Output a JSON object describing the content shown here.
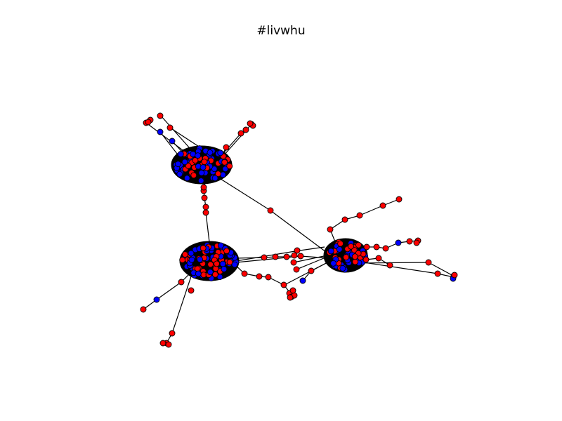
{
  "figure": {
    "title": "#livwhu"
  },
  "colors": {
    "background": "#ffffff",
    "node_red": "#ff0000",
    "node_blue": "#0000ff",
    "node_stroke": "#000000",
    "edge": "#000000"
  },
  "graph": {
    "node_types": [
      "red",
      "blue"
    ],
    "clusters": [
      "top-left",
      "middle-left",
      "right"
    ]
  }
}
